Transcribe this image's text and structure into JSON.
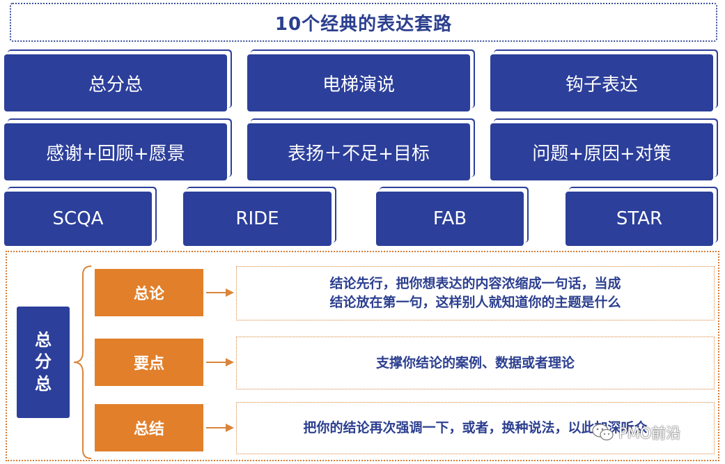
{
  "title": "10个经典的表达套路",
  "row1": [
    "总分总",
    "电梯演说",
    "钩子表达"
  ],
  "row2": [
    "感谢+回顾+愿景",
    "表扬＋不足+目标",
    "问题+原因+对策"
  ],
  "row3": [
    "SCQA",
    "RIDE",
    "FAB",
    "STAR"
  ],
  "detail": {
    "main_label": "总分总",
    "branches": [
      {
        "label": "总论",
        "description": "结论先行，把你想表达的内容浓缩成一句话，当成\n结论放在第一句，这样别人就知道你的主题是什么"
      },
      {
        "label": "要点",
        "description": "支撑你结论的案例、数据或者理论"
      },
      {
        "label": "总结",
        "description": "把你的结论再次强调一下，或者，换种说法，以此加深听众"
      }
    ]
  },
  "watermark": {
    "icon": "wechat-icon",
    "text": "PMO前沿"
  },
  "colors": {
    "tile_blue": "#2c3f9a",
    "branch_orange": "#e17f2a",
    "title_text": "#2b3f8f",
    "desc_text": "#2c3f8f"
  }
}
